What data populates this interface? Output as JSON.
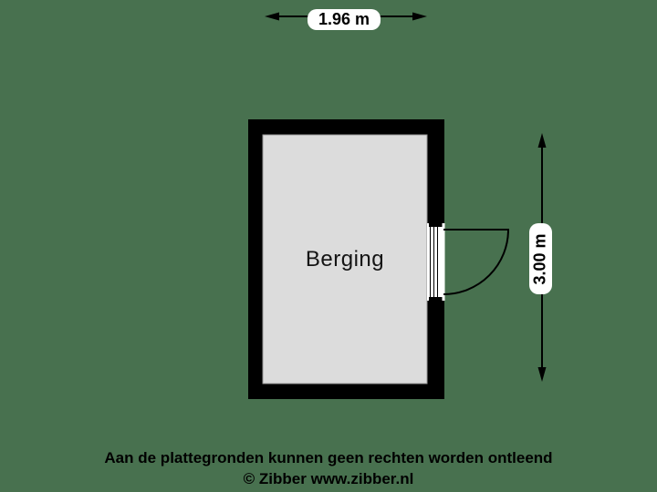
{
  "page": {
    "background_color": "#48714F"
  },
  "floorplan": {
    "room": {
      "label": "Berging",
      "wall_color": "#000000",
      "floor_color": "#DCDCDC",
      "floor_border_color": "#999999"
    },
    "dimensions": {
      "width_label": "1.96 m",
      "height_label": "3.00 m"
    },
    "door": {
      "type": "single-swing-door-right-wall"
    }
  },
  "footer": {
    "disclaimer": "Aan de plattegronden kunnen geen rechten worden ontleend",
    "credit": "© Zibber www.zibber.nl"
  }
}
